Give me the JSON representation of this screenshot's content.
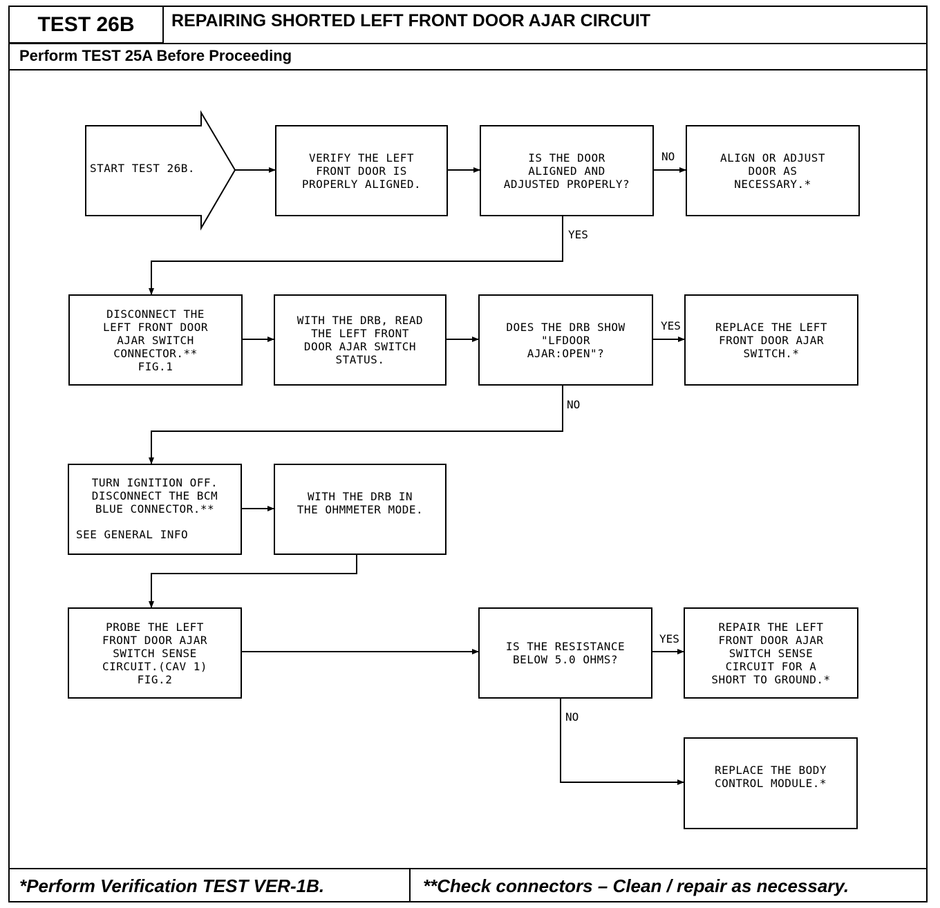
{
  "header": {
    "test_id": "TEST 26B",
    "title": "REPAIRING SHORTED LEFT FRONT DOOR AJAR CIRCUIT",
    "prerequisite": "Perform TEST 25A Before Proceeding"
  },
  "flow": {
    "start": "START TEST 26B.",
    "verify_alignment": "VERIFY THE LEFT\nFRONT DOOR IS\nPROPERLY ALIGNED.",
    "q_aligned": "IS THE DOOR\nALIGNED AND\nADJUSTED PROPERLY?",
    "align_adjust": "ALIGN OR ADJUST\nDOOR AS\nNECESSARY.*",
    "disconnect_switch": "DISCONNECT THE\nLEFT FRONT DOOR\nAJAR SWITCH\nCONNECTOR.**\nFIG.1",
    "drb_read": "WITH THE DRB, READ\nTHE LEFT FRONT\nDOOR AJAR SWITCH\nSTATUS.",
    "q_drb_show": "DOES THE DRB SHOW\n\"LFDOOR\nAJAR:OPEN\"?",
    "replace_switch": "REPLACE THE LEFT\nFRONT DOOR AJAR\nSWITCH.*",
    "ignition_off": "TURN IGNITION OFF.\nDISCONNECT THE BCM\nBLUE CONNECTOR.**",
    "see_general": "SEE GENERAL INFO",
    "ohmmeter": "WITH THE DRB IN\nTHE OHMMETER MODE.",
    "probe": "PROBE THE LEFT\nFRONT DOOR AJAR\nSWITCH SENSE\nCIRCUIT.(CAV 1)\nFIG.2",
    "q_resistance": "IS THE RESISTANCE\nBELOW 5.0 OHMS?",
    "repair_short": "REPAIR THE LEFT\nFRONT DOOR AJAR\nSWITCH SENSE\nCIRCUIT FOR A\nSHORT TO GROUND.*",
    "replace_bcm": "REPLACE THE BODY\nCONTROL MODULE.*"
  },
  "labels": {
    "no1": "NO",
    "yes1": "YES",
    "yes2": "YES",
    "no2": "NO",
    "yes3": "YES",
    "no3": "NO"
  },
  "footer": {
    "left": "*Perform Verification TEST VER-1B.",
    "right": "**Check connectors – Clean / repair as necessary."
  }
}
